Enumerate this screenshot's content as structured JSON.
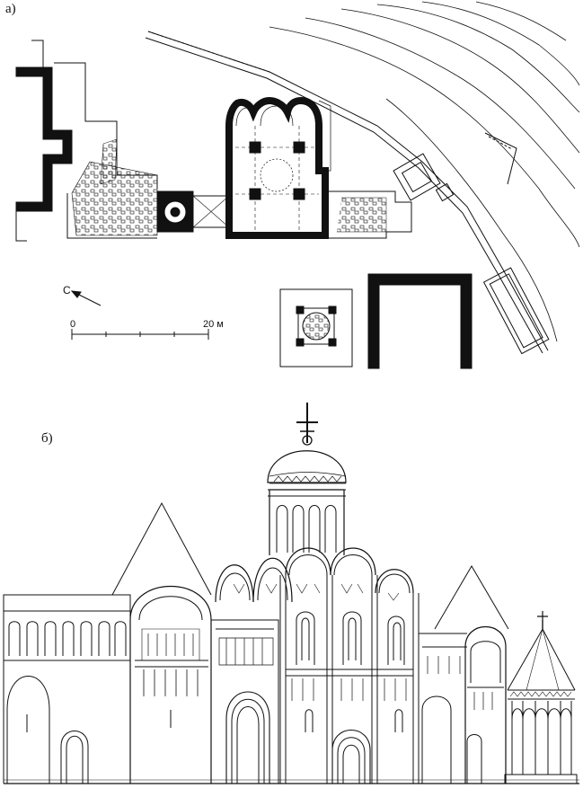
{
  "panels": {
    "plan_label": "а)",
    "elevation_label": "б)"
  },
  "north": {
    "label": "С"
  },
  "scale": {
    "start_label": "0",
    "end_label": "20 м"
  },
  "colors": {
    "ink": "#111111",
    "paper": "#ffffff"
  }
}
